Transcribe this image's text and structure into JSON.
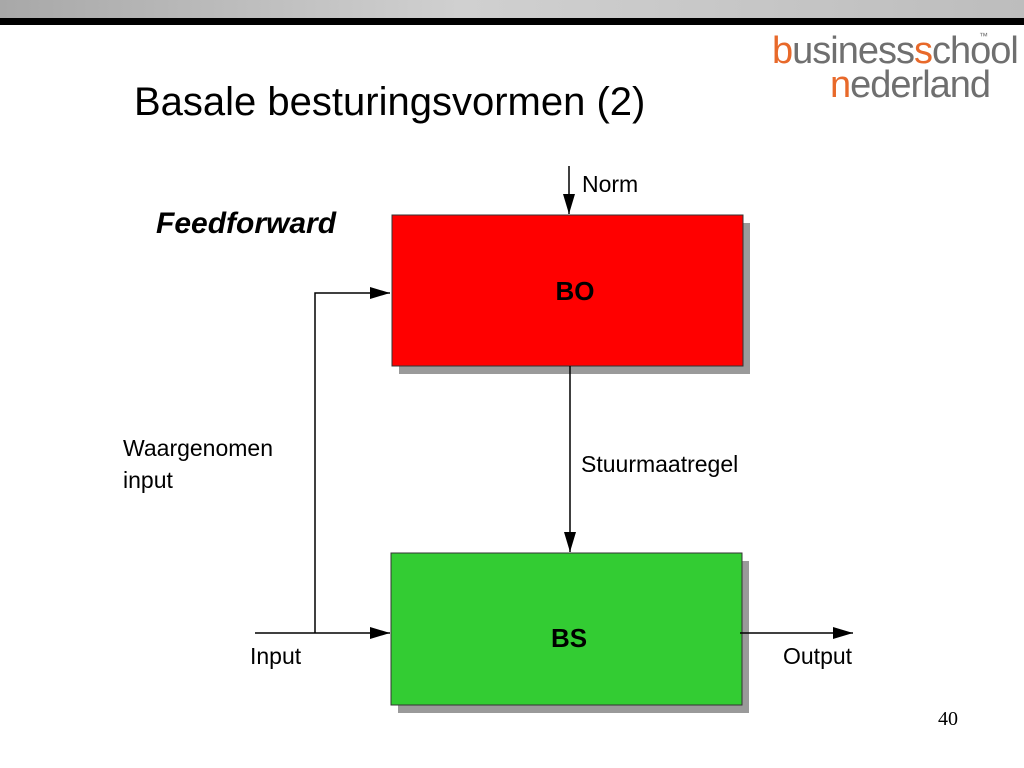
{
  "slide": {
    "title": "Basale besturingsvormen (2)",
    "subtitle": "Feedforward",
    "page_number": "40"
  },
  "logo": {
    "line1_prefix_orange": "b",
    "line1_mid_gray": "usiness",
    "line1_orange": "s",
    "line1_end_gray": "chool",
    "trademark": "™",
    "line2_prefix_orange": "n",
    "line2_end_gray": "ederland"
  },
  "diagram": {
    "blocks": [
      {
        "id": "BO",
        "label": "BO",
        "color": "#ff0000"
      },
      {
        "id": "BS",
        "label": "BS",
        "color": "#33cc33"
      }
    ],
    "labels": {
      "norm": "Norm",
      "stuurmaatregel": "Stuurmaatregel",
      "waargenomen_line1": "Waargenomen",
      "waargenomen_line2": "input",
      "input": "Input",
      "output": "Output"
    }
  },
  "colors": {
    "bo_fill": "#ff0000",
    "bs_fill": "#33cc33",
    "shadow": "#9a9a9a",
    "logo_orange": "#e8692a",
    "logo_gray": "#6f6f6f"
  }
}
